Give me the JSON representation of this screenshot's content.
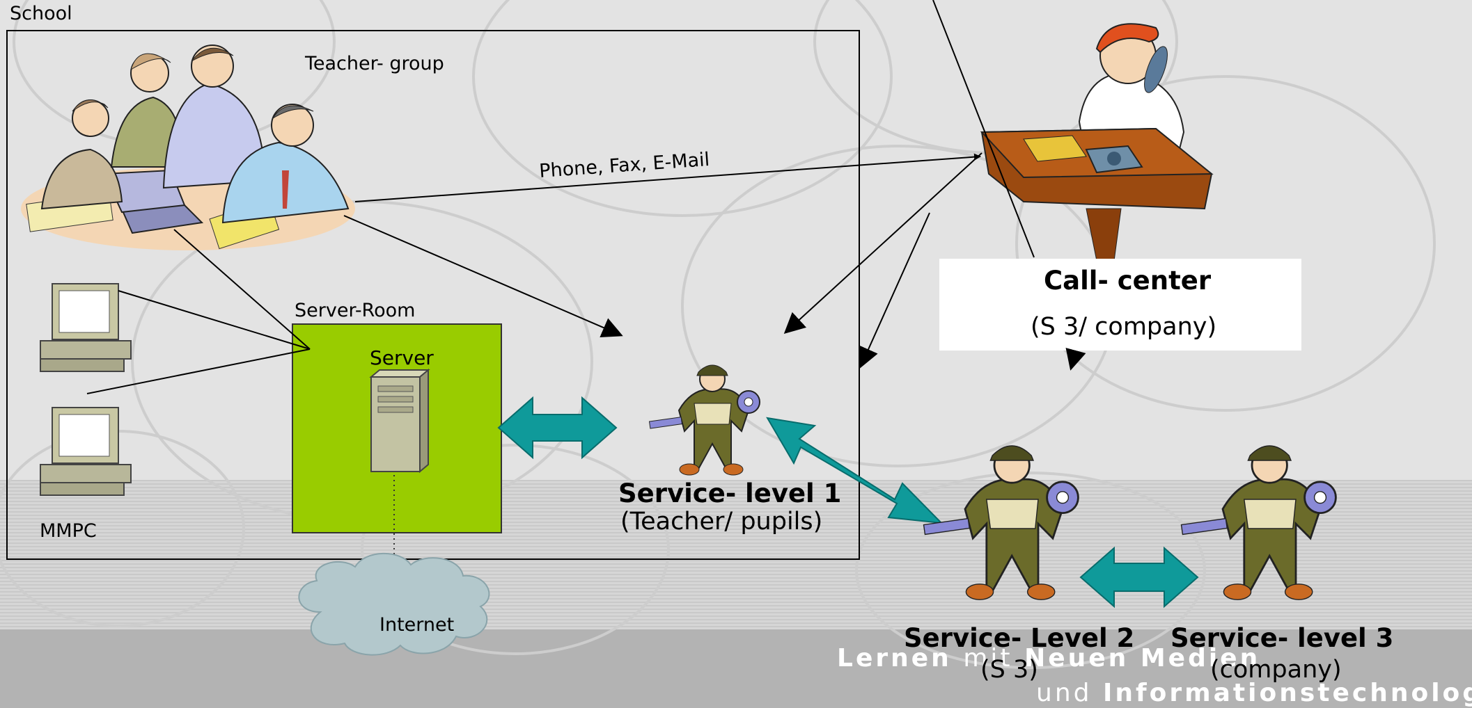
{
  "school": {
    "label": "School"
  },
  "teacher_group": {
    "label": "Teacher- group"
  },
  "server_room": {
    "label": "Server-Room",
    "server_label": "Server"
  },
  "mmpc": {
    "label": "MMPC"
  },
  "internet": {
    "label": "Internet"
  },
  "contact": {
    "label": "Phone, Fax, E-Mail"
  },
  "call_center": {
    "title": "Call- center",
    "subtitle": "(S 3/ company)"
  },
  "service_level_1": {
    "title": "Service- level 1",
    "subtitle": "(Teacher/ pupils)"
  },
  "service_level_2": {
    "title": "Service- Level 2",
    "subtitle": "(S 3)"
  },
  "service_level_3": {
    "title": "Service- level 3",
    "subtitle": "(company)"
  },
  "banner": {
    "line1_a": "Lernen",
    "line1_b": "mit",
    "line1_c": "Neuen Medien",
    "line2_a": "und",
    "line2_b": "Informationstechnologien"
  },
  "colors": {
    "background": "#e3e3e3",
    "server_room_fill": "#99cc00",
    "arrow_teal": "#0f9a9a",
    "cloud_fill": "#b3c8cc",
    "banner_bar": "#b3b3b3"
  },
  "icons": [
    "teacher-group-illustration",
    "computer-icon",
    "server-tower-icon",
    "cloud-icon",
    "call-center-operator-illustration",
    "technician-icon"
  ]
}
